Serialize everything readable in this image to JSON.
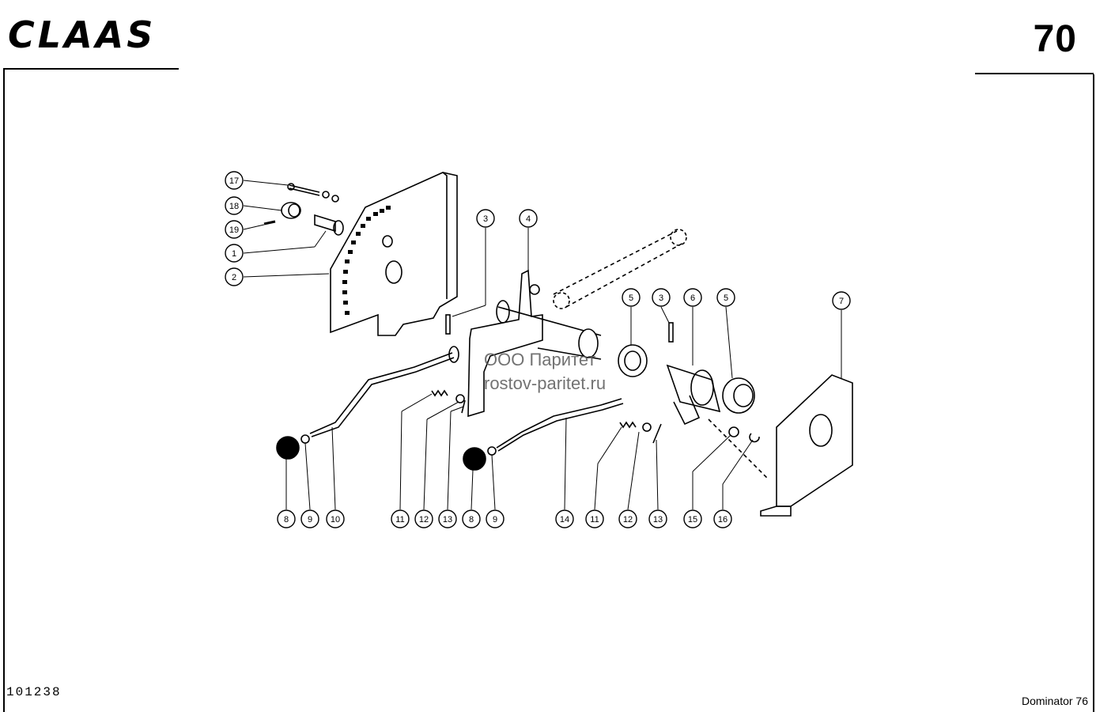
{
  "header": {
    "brand": "CLAAS",
    "page_number": "70"
  },
  "watermark": {
    "line1": "ООО Паритет",
    "line2": "rostov-paritet.ru"
  },
  "footer": {
    "drawing_number": "101238",
    "model": "Dominator 76"
  },
  "callouts": {
    "c17": "17",
    "c18": "18",
    "c19": "19",
    "c1": "1",
    "c2": "2",
    "c3a": "3",
    "c4": "4",
    "c5a": "5",
    "c3b": "3",
    "c6": "6",
    "c5b": "5",
    "c7": "7",
    "b8a": "8",
    "b9a": "9",
    "b10": "10",
    "b11a": "11",
    "b12a": "12",
    "b13a": "13",
    "b8b": "8",
    "b9b": "9",
    "b14": "14",
    "b11b": "11",
    "b12b": "12",
    "b13b": "13",
    "b15": "15",
    "b16": "16"
  },
  "icons": {
    "brand_logo": "claas-logo-icon"
  }
}
